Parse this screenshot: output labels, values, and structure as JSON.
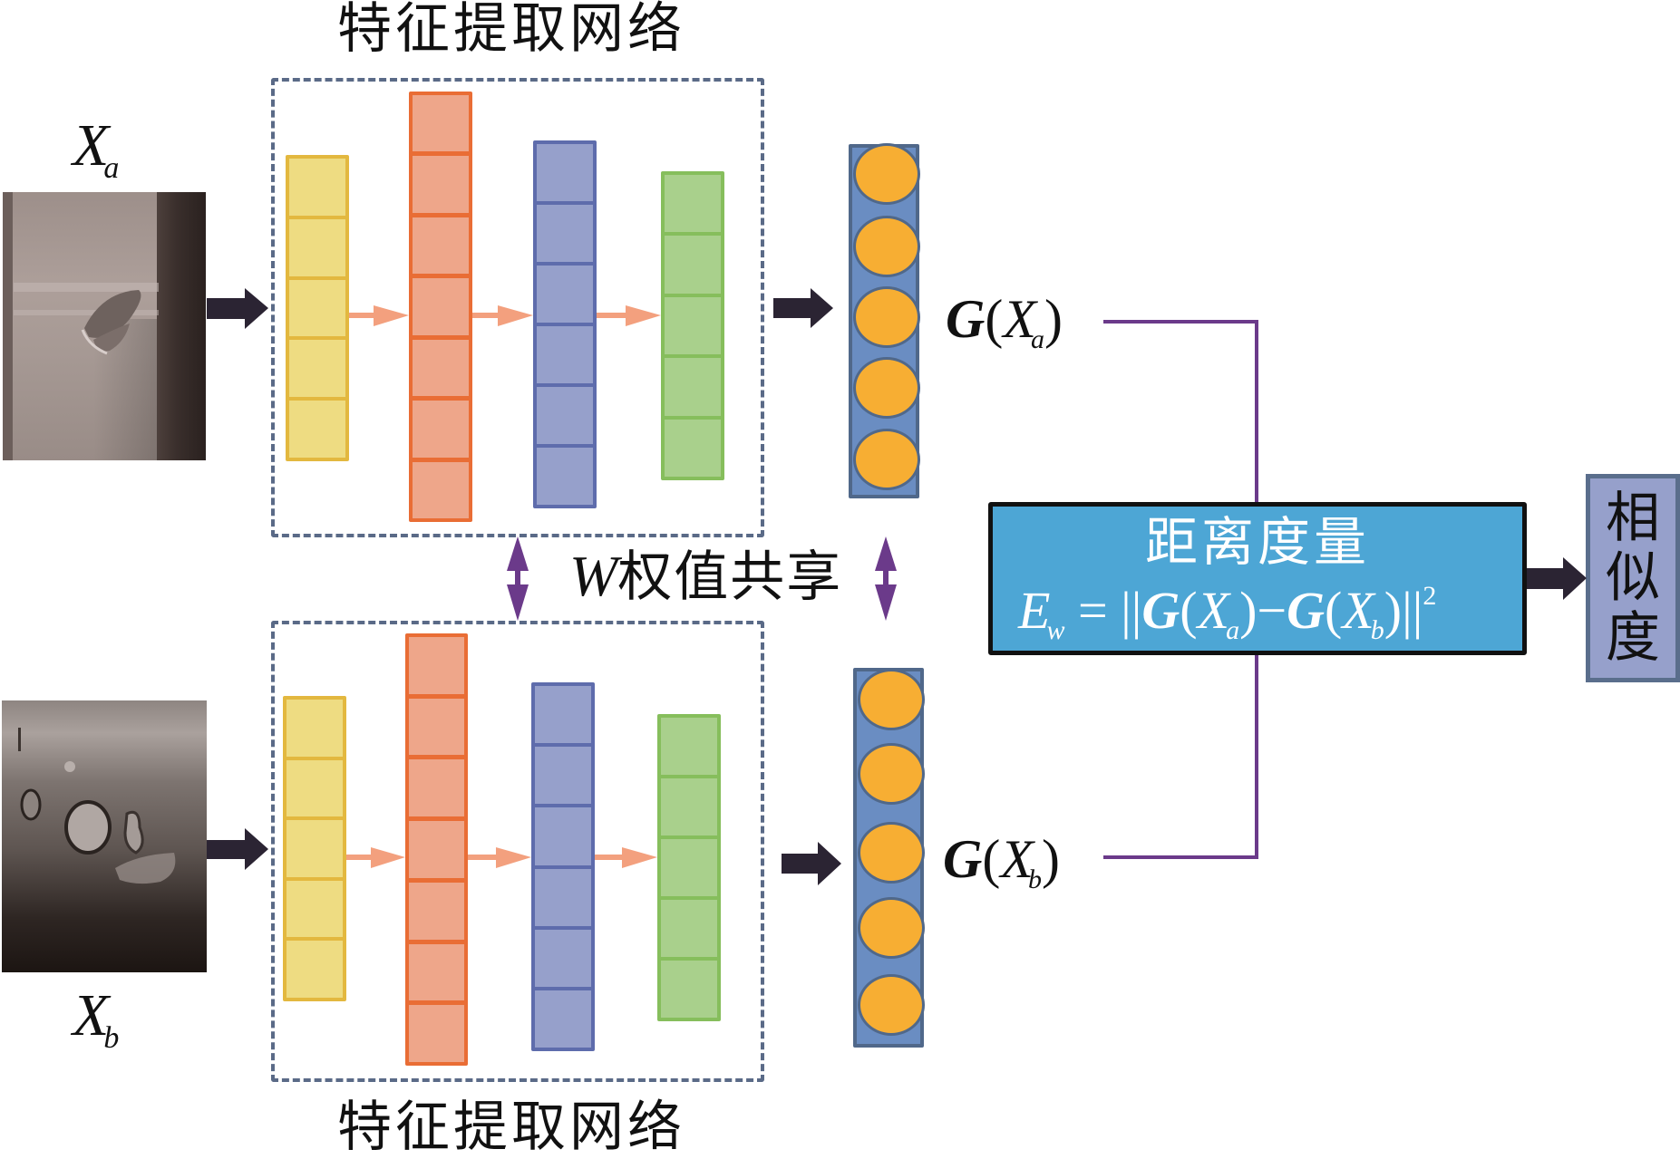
{
  "diagram": {
    "type": "siamese-network",
    "branch_title": "特征提取网络",
    "bottom_branch_title": "特征提取网络",
    "inputs": [
      {
        "id": "a",
        "label": "X",
        "subscript": "a",
        "image_desc": "metal pipe surface with dent defect"
      },
      {
        "id": "b",
        "label": "X",
        "subscript": "b",
        "image_desc": "metal pipe surface with pitting spots"
      }
    ],
    "layers": [
      {
        "name": "layer-1",
        "color": "yellow",
        "cells": 5
      },
      {
        "name": "layer-2",
        "color": "orange",
        "cells": 7
      },
      {
        "name": "layer-3",
        "color": "blue",
        "cells": 6
      },
      {
        "name": "layer-4",
        "color": "green",
        "cells": 5
      }
    ],
    "feature_vector_nodes": 5,
    "outputs": [
      {
        "g": "G",
        "open": "(",
        "x": "X",
        "subscript": "a",
        "close": ")"
      },
      {
        "g": "G",
        "open": "(",
        "x": "X",
        "subscript": "b",
        "close": ")"
      }
    ],
    "weight_sharing": {
      "w": "W",
      "text": "权值共享"
    },
    "distance": {
      "title": "距离度量",
      "formula": {
        "lhs": "E",
        "lhs_sub": "w",
        "eq": " = ",
        "norm_open": "||",
        "g1": "G",
        "p1_open": "(",
        "x1": "X",
        "x1_sub": "a",
        "p1_close": ")",
        "minus": "−",
        "g2": "G",
        "p2_open": "(",
        "x2": "X",
        "x2_sub": "b",
        "p2_close": ")",
        "norm_close": "||",
        "power": "2"
      }
    },
    "similarity": {
      "chars": [
        "相",
        "似",
        "度"
      ]
    },
    "colors": {
      "yellow_fill": "#EEDC82",
      "yellow_border": "#E3B83F",
      "orange_fill": "#EEA68A",
      "orange_border": "#E96D35",
      "blue_fill": "#96A0CB",
      "blue_border": "#5E6CAC",
      "green_fill": "#A9D08C",
      "green_border": "#86BE5C",
      "vector_fill": "#6A8DC2",
      "node_fill": "#F7AE33",
      "distance_fill": "#4DA6D5",
      "similarity_fill": "#96A0CB",
      "connector": "#6B3A8A",
      "arrow_dark": "#2B2433",
      "arrow_small": "#F3A07E",
      "dashed_border": "#5A6A87"
    }
  }
}
